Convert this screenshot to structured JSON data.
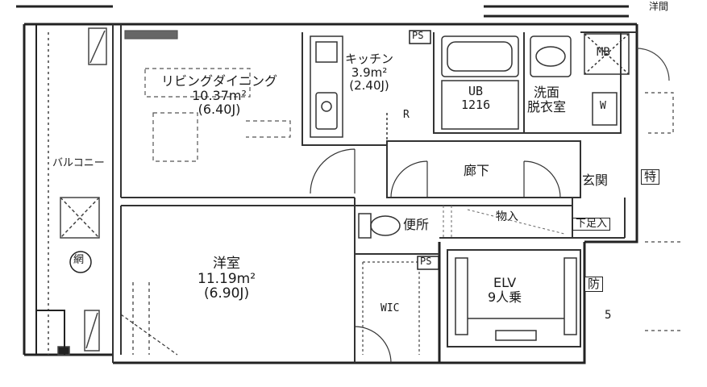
{
  "rooms": {
    "living": {
      "name": "リビングダイニング",
      "area": "10.37m²",
      "jo": "(6.40J)"
    },
    "kitchen": {
      "name": "キッチン",
      "area": "3.9m²",
      "jo": "(2.40J)"
    },
    "western": {
      "name": "洋室",
      "area": "11.19m²",
      "jo": "(6.90J)"
    },
    "balcony": {
      "name": "バルコニー"
    },
    "hallway": {
      "name": "廊下"
    },
    "entrance": {
      "name": "玄関"
    },
    "toilet": {
      "name": "便所"
    },
    "storage": {
      "name": "物入"
    },
    "shoe_box": {
      "name": "下足入"
    },
    "washroom": {
      "name_line1": "洗面",
      "name_line2": "脱衣室"
    },
    "bath": {
      "code": "UB",
      "size": "1216"
    },
    "wic": {
      "name": "WIC"
    },
    "elevator": {
      "name": "ELV",
      "capacity": "9人乗"
    }
  },
  "symbols": {
    "ps_top": "PS",
    "ps_mid": "PS",
    "mb": "MB",
    "washer": "W",
    "fridge": "R",
    "special": "特",
    "fire": "防",
    "net": "網",
    "floor_no": "5",
    "top_right": "洋間"
  }
}
